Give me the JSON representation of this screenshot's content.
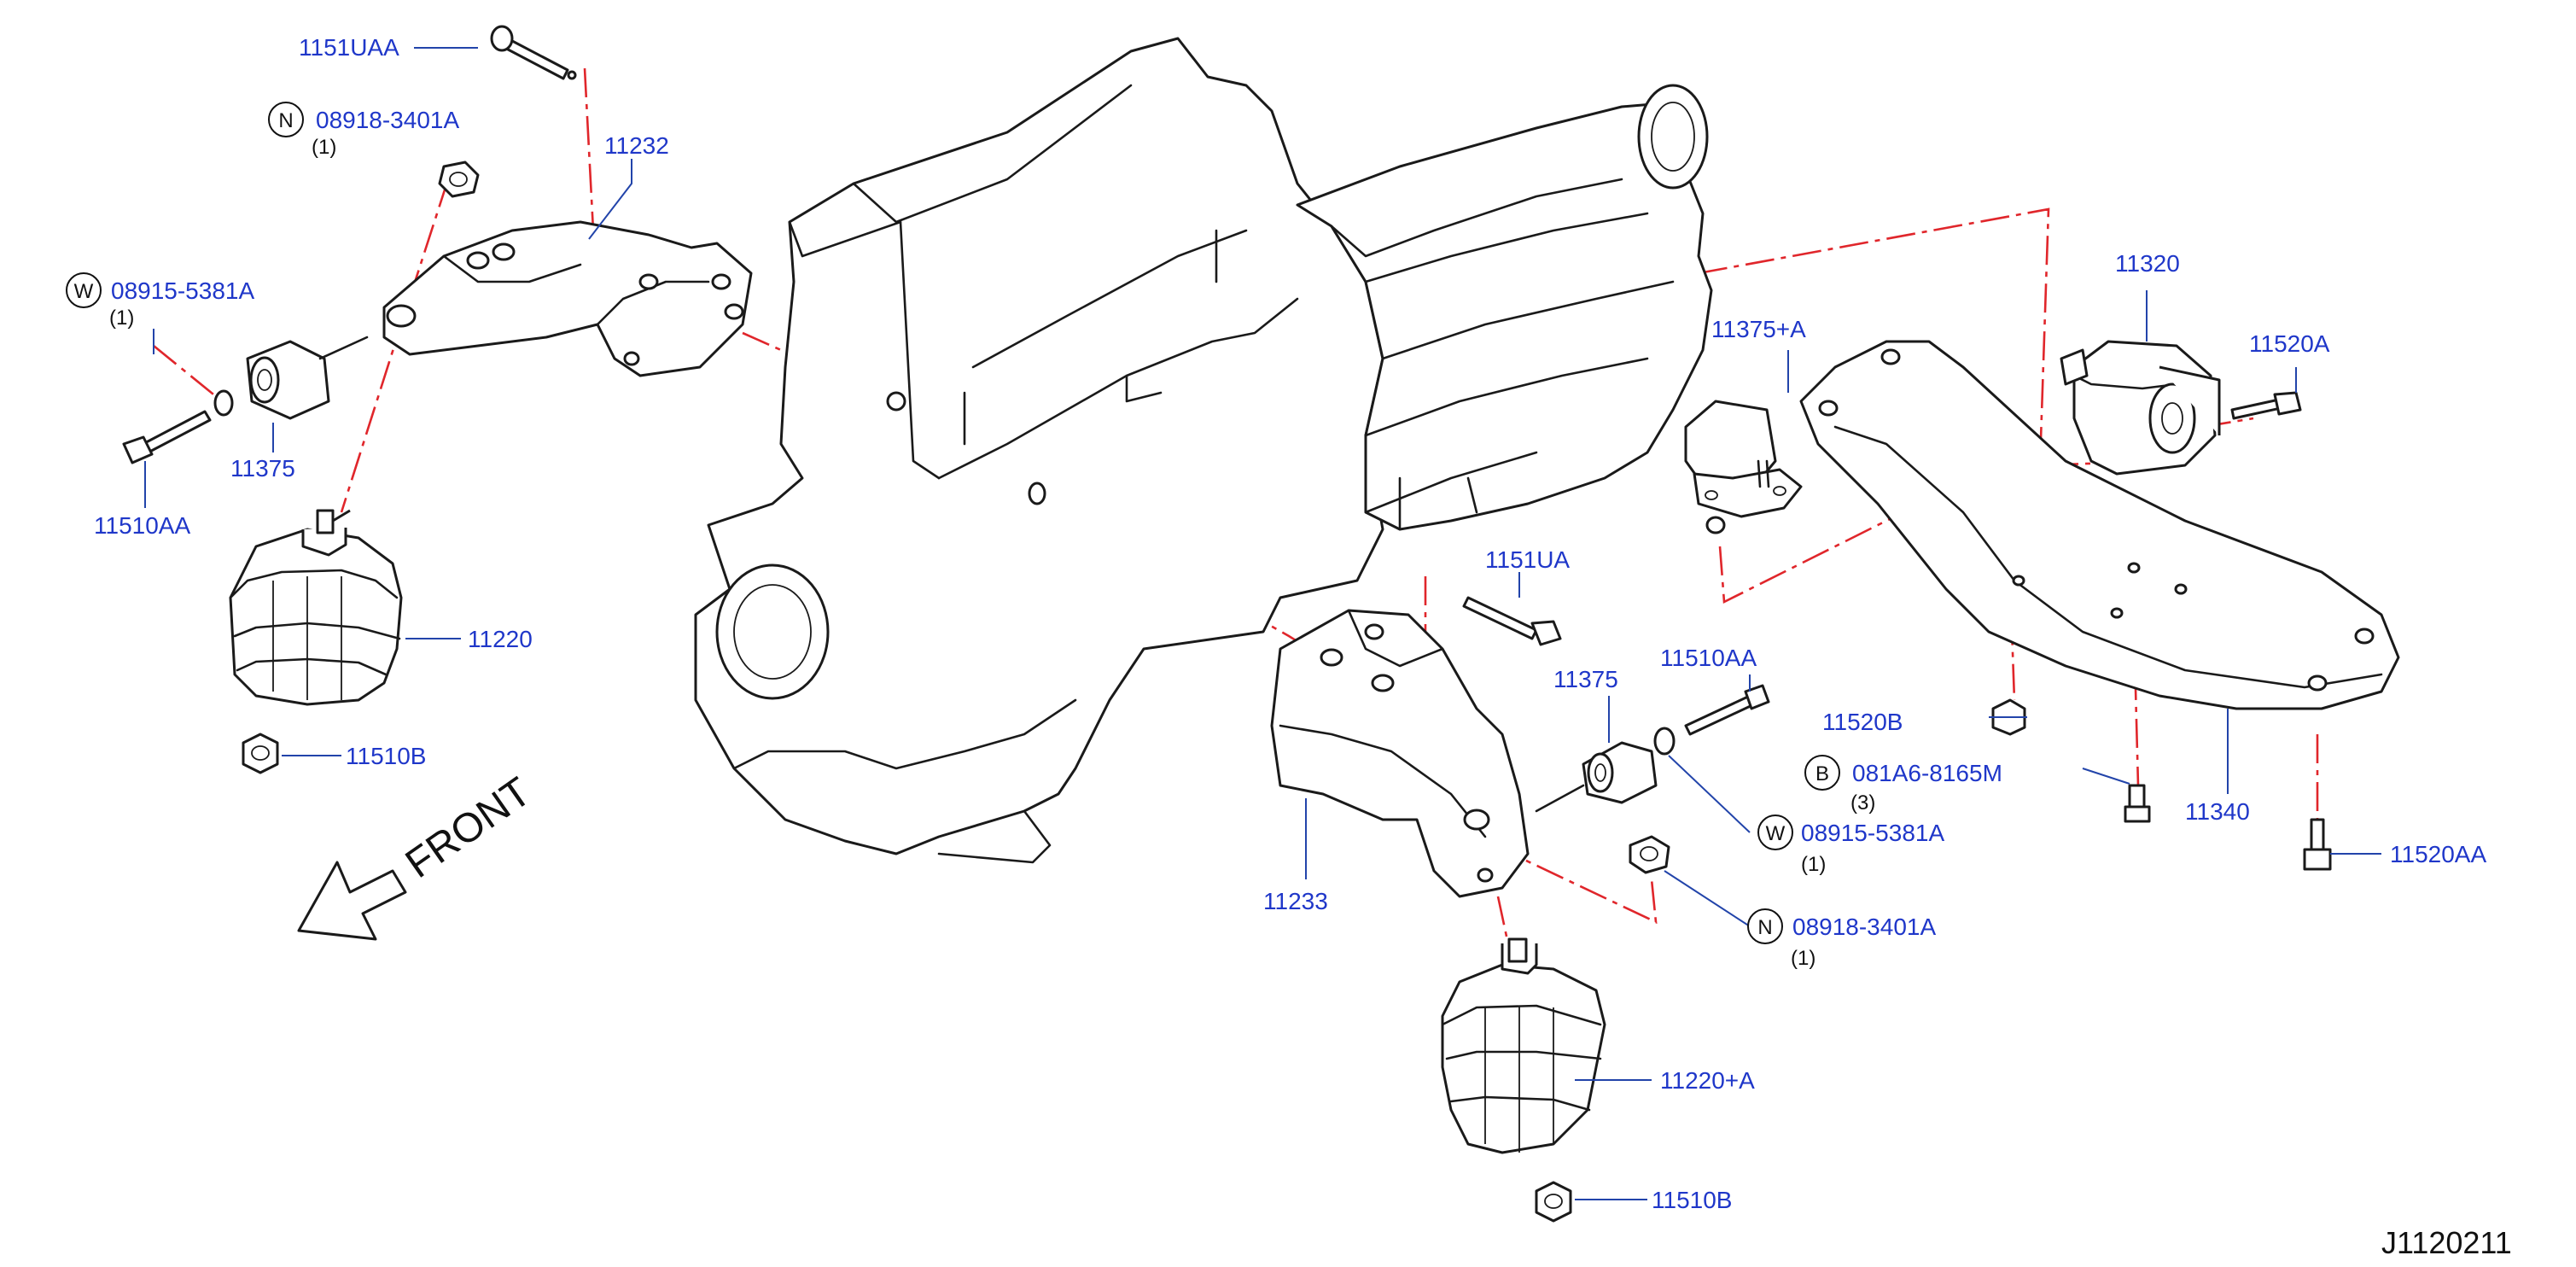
{
  "labels": {
    "p1151uaa": "1151UAA",
    "p08918_a": "08918-3401A",
    "p08918_a_qty": "(1)",
    "p11232": "11232",
    "p08915_a": "08915-5381A",
    "p08915_a_qty": "(1)",
    "p11375_a": "11375",
    "p11510aa_a": "11510AA",
    "p11220": "11220",
    "p11510b_a": "11510B",
    "front": "FRONT",
    "p1151ua": "1151UA",
    "p11375_b": "11375",
    "p11510aa_b": "11510AA",
    "p11233": "11233",
    "p08915_b": "08915-5381A",
    "p08915_b_qty": "(1)",
    "p08918_b": "08918-3401A",
    "p08918_b_qty": "(1)",
    "p11220a": "11220+A",
    "p11510b_b": "11510B",
    "p11375a": "11375+A",
    "p11320": "11320",
    "p11520a": "11520A",
    "p11520b": "11520B",
    "p081a6": "081A6-8165M",
    "p081a6_qty": "(3)",
    "p11340": "11340",
    "p11520aa": "11520AA",
    "diagram_ref": "J1120211"
  },
  "circle_letters": {
    "n": "N",
    "w": "W",
    "b": "B"
  },
  "colors": {
    "part_number": "#1f37c9",
    "leader": "#2244aa",
    "phantom_line": "#e0262b",
    "outline": "#1a1a1a"
  }
}
